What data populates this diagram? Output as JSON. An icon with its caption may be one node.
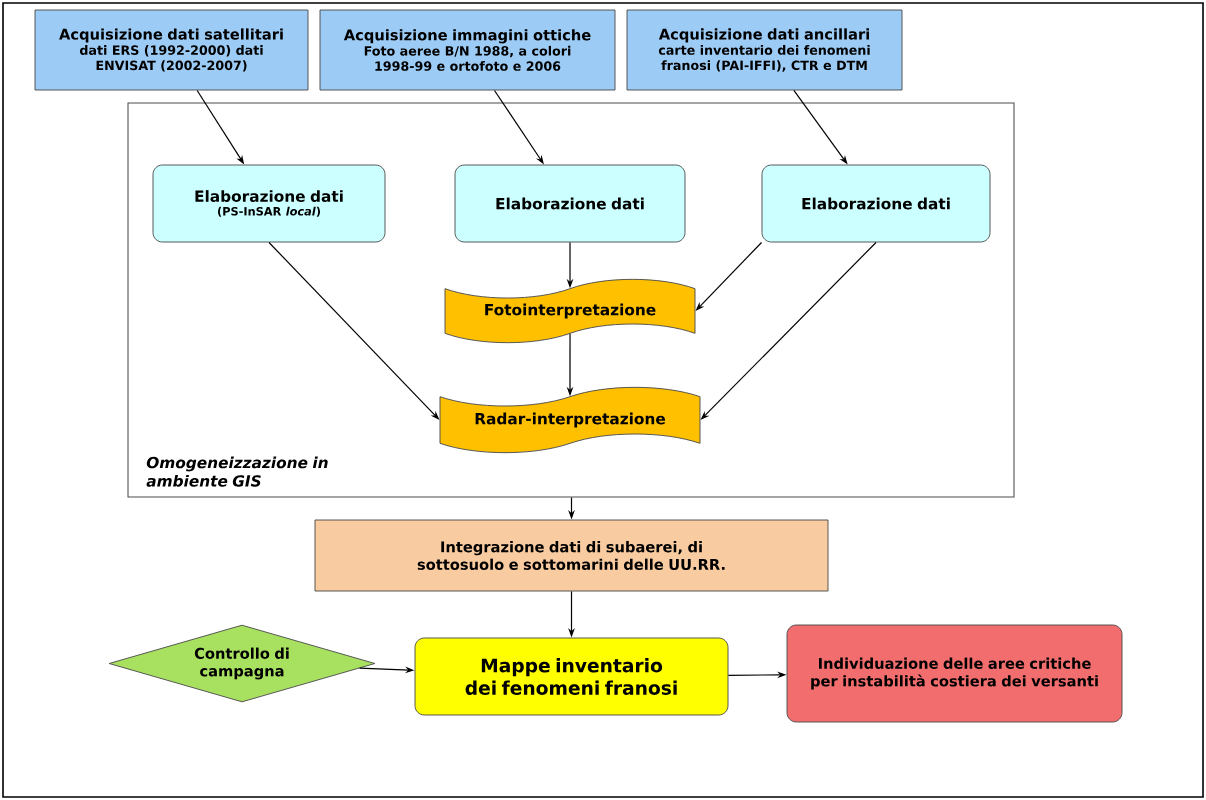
{
  "diagram": {
    "nodes": [
      {
        "text": [
          "Acquisizione dati satellitari",
          "dati ERS (1992-2000) dati ENVISAT (2002-2007)"
        ]
      },
      {
        "text": [
          "Acquisizione immagini ottiche",
          "Foto aeree B/N 1988, a colori 1998-99 e ortofoto e 2006"
        ]
      },
      {
        "text": [
          "Acquisizione dati ancillari",
          "carte inventario dei fenomeni franosi (PAI-IFFI), CTR e DTM"
        ]
      },
      {
        "text": [
          "Omogeneizzazione in ambiente GIS"
        ]
      },
      {
        "text": [
          "Elaborazione dati",
          "(PS-InSAR *local*)"
        ],
        "in": 3
      },
      {
        "text": [
          "Elaborazione dati"
        ],
        "in": 3
      },
      {
        "text": [
          "Elaborazione dati"
        ],
        "in": 3
      },
      {
        "text": [
          "Fotointerpretazione"
        ],
        "in": 3
      },
      {
        "text": [
          "Radar-interpretazione"
        ],
        "in": 3
      },
      {
        "text": [
          "Integrazione dati di subaerei, di sottosuolo e sottomarini delle UU.RR."
        ]
      },
      {
        "text": [
          "Controllo di campagna"
        ]
      },
      {
        "text": [
          "Mappe inventario dei fenomeni franosi"
        ]
      },
      {
        "text": [
          "Individuazione delle aree critiche per instabilità costiera dei versanti"
        ]
      }
    ],
    "edges": [
      {
        "from": 0,
        "to": 4,
        "arrow": "to"
      },
      {
        "from": 1,
        "to": 5,
        "arrow": "to"
      },
      {
        "from": 2,
        "to": 6,
        "arrow": "to"
      },
      {
        "from": 4,
        "to": 8,
        "arrow": "to"
      },
      {
        "from": 5,
        "to": 7,
        "arrow": "to"
      },
      {
        "from": 6,
        "to": 7,
        "arrow": "to"
      },
      {
        "from": 6,
        "to": 8,
        "arrow": "to"
      },
      {
        "from": 7,
        "to": 8,
        "arrow": "to"
      },
      {
        "from": 3,
        "to": 9,
        "arrow": "to"
      },
      {
        "from": 9,
        "to": 11,
        "arrow": "to"
      },
      {
        "from": 10,
        "to": 11,
        "arrow": "to"
      },
      {
        "from": 11,
        "to": 12,
        "arrow": "to"
      }
    ]
  }
}
